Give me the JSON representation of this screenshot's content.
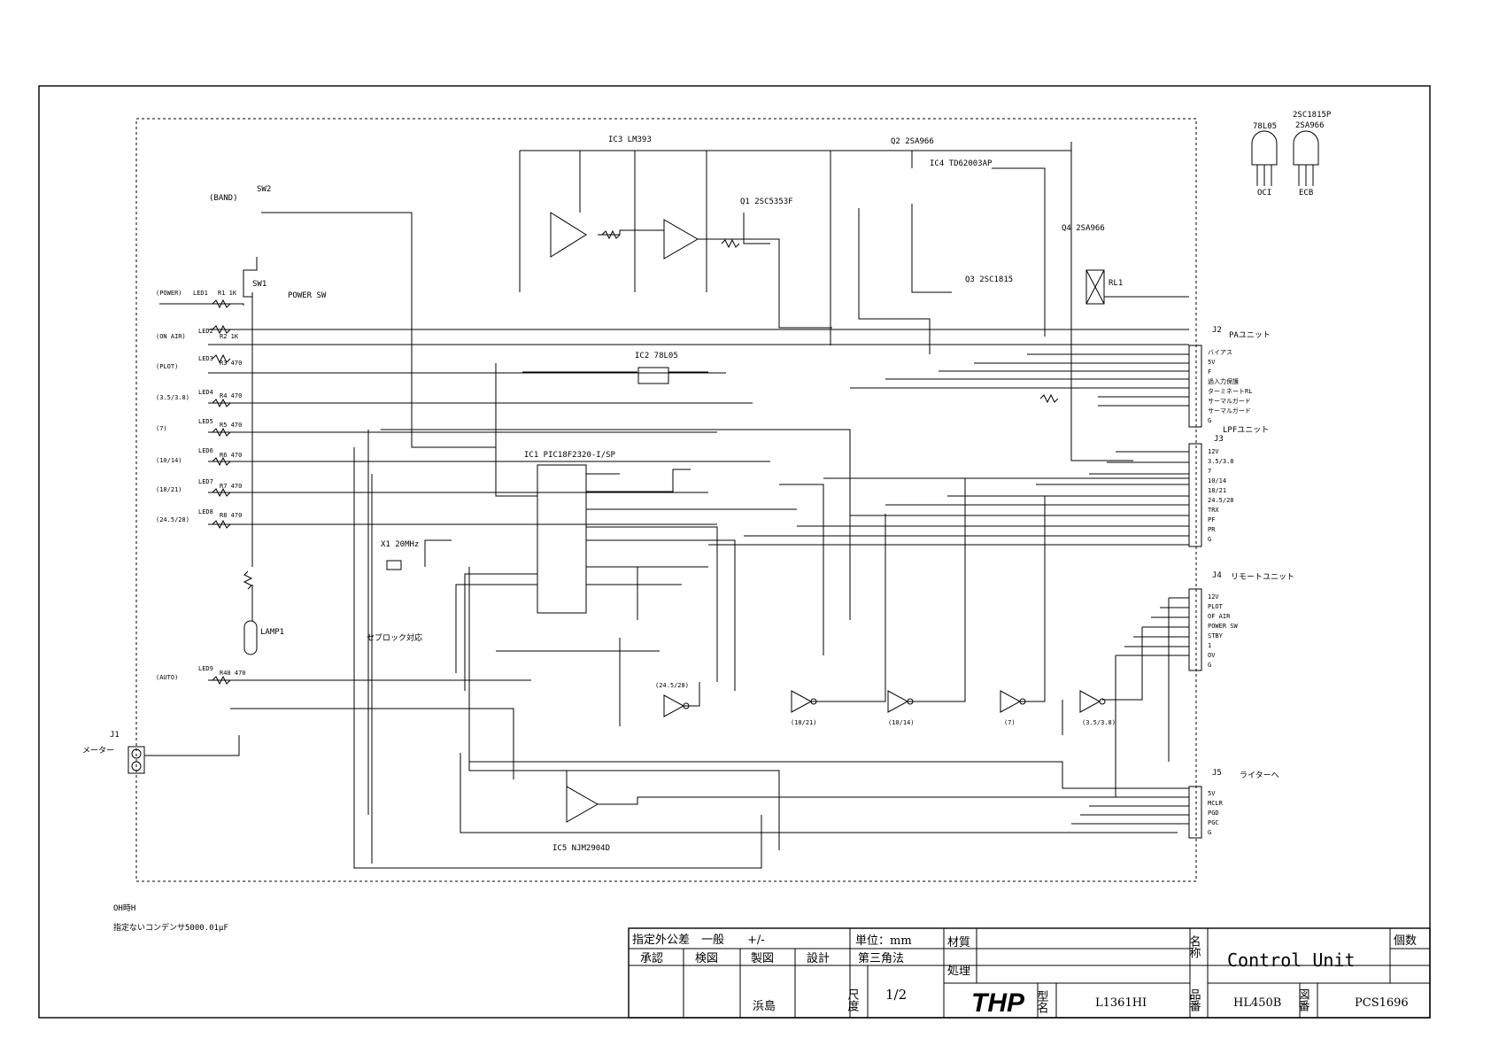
{
  "title_block": {
    "tolerance": "指定外公差　一般　　+/-",
    "unit": "単位：mm",
    "material": "材質",
    "treatment": "処理",
    "approve": "承認",
    "check": "検図",
    "draw": "製図",
    "design": "設計",
    "projection": "第三角法",
    "drawer_name": "浜島",
    "scale_label": "尺度",
    "scale_value": "1/2",
    "logo": "THP",
    "model_label": "型名",
    "model_value": "L1361HI",
    "name_label": "名称",
    "name_value": "Control Unit",
    "qty_label": "個数",
    "part_label": "品番",
    "part_value": "HL450B",
    "drawing_label": "図番",
    "drawing_value": "PCS1696"
  },
  "notes": {
    "note1": "OH時H",
    "note2": "指定ないコンデンサ5000.01μF"
  },
  "connectors": {
    "j1": {
      "label": "J1",
      "desc": "メーター"
    },
    "j2": {
      "label": "J2",
      "title": "PAユニット",
      "pins": [
        "バイアス",
        "5V",
        "F",
        "過入力保護",
        "ターミネートRL",
        "サーマルガード",
        "サーマルガード",
        "G"
      ]
    },
    "j3": {
      "label": "J3",
      "title": "LPFユニット",
      "pins": [
        "12V",
        "3.5/3.8",
        "7",
        "10/14",
        "18/21",
        "24.5/28",
        "TRX",
        "PF",
        "PR",
        "G"
      ]
    },
    "j4": {
      "label": "J4",
      "title": "リモートユニット",
      "pins": [
        "12V",
        "PLOT",
        "OF AIR",
        "POWER SW",
        "STBY",
        "1",
        "OV",
        "G"
      ]
    },
    "j5": {
      "label": "J5",
      "title": "ライターへ",
      "pins": [
        "5V",
        "MCLR",
        "PGD",
        "PGC",
        "G"
      ]
    }
  },
  "ic_labels": {
    "ic1": "IC1  PIC18F2320-I/SP",
    "ic2": "IC2  78L05",
    "ic3": "IC3  LM393",
    "ic4": "IC4  TD62003AP",
    "ic5": "IC5  NJM2904D",
    "q1": "Q1  2SC5353F",
    "q2": "Q2  2SA966",
    "q3": "Q3  2SC1815",
    "q4": "Q4  2SA966",
    "rl1": "RL1",
    "x1": "X1  20MHz",
    "lamp": "LAMP1",
    "sw1": "SW1",
    "sw_power": "POWER SW",
    "sw2": "SW2",
    "band": "(BAND)",
    "ic1_note": "セブロック対応"
  },
  "pkg_labels": {
    "a": "78L05",
    "b": "2SC1815P",
    "c": "2SA966",
    "d": "OCI",
    "e": "ECB"
  },
  "led_labels": [
    {
      "name": "(POWER)",
      "led": "LED1",
      "res": "R1 1K"
    },
    {
      "name": "(ON AIR)",
      "led": "LED2",
      "res": "R2 1K"
    },
    {
      "name": "(PLOT)",
      "led": "LED3",
      "res": "R3 470"
    },
    {
      "name": "(3.5/3.8)",
      "led": "LED4",
      "res": "R4 470"
    },
    {
      "name": "(7)",
      "led": "LED5",
      "res": "R5 470"
    },
    {
      "name": "(10/14)",
      "led": "LED6",
      "res": "R6 470"
    },
    {
      "name": "(18/21)",
      "led": "LED7",
      "res": "R7 470"
    },
    {
      "name": "(24.5/28)",
      "led": "LED8",
      "res": "R8 470"
    },
    {
      "name": "(AUTO)",
      "led": "LED9",
      "res": "R40 470"
    }
  ],
  "inverter_labels": [
    "(24.5/28)",
    "(18/21)",
    "(10/14)",
    "(7)",
    "(3.5/3.8)"
  ]
}
